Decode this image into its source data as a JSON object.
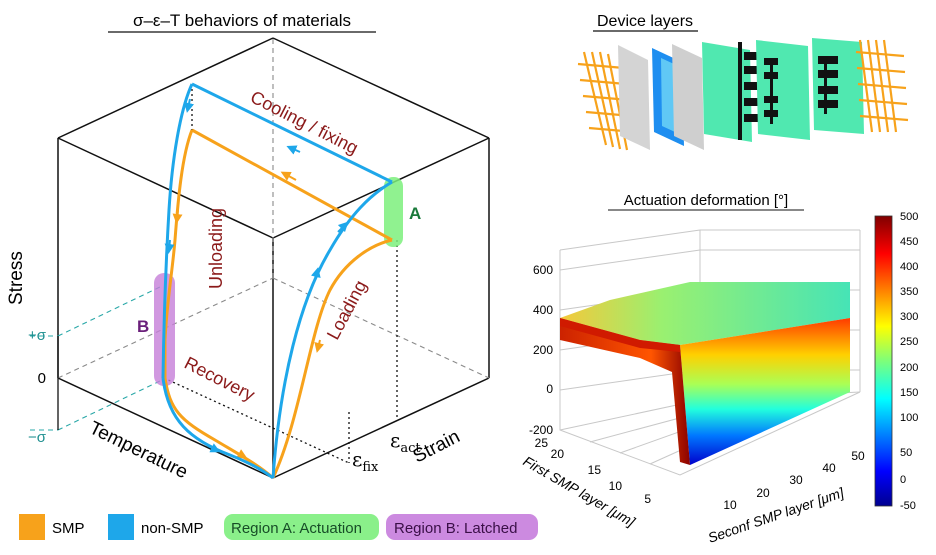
{
  "left": {
    "title": "σ–ε–T behaviors of materials",
    "axes": {
      "stress": "Stress",
      "temperature": "Temperature",
      "strain": "Strain"
    },
    "ticks": {
      "plus_sigma": "+σ",
      "zero": "0",
      "minus_sigma": "−σ"
    },
    "eps_fix": {
      "base": "ε",
      "sub": "fix"
    },
    "eps_act": {
      "base": "ε",
      "sub": "act"
    },
    "region_a_label": "A",
    "region_b_label": "B",
    "processes": {
      "cooling": "Cooling / fixing",
      "unloading": "Unloading",
      "loading": "Loading",
      "recovery": "Recovery"
    },
    "colors": {
      "smp": "#f7a21b",
      "non_smp": "#1ea7ea",
      "region_a": "#7df07d",
      "region_b": "#c57ed8",
      "label": "#8b1a1a"
    }
  },
  "legend": {
    "smp": "SMP",
    "non_smp": "non-SMP",
    "region_a": "Region A:",
    "region_a_desc": "Actuation",
    "region_b": "Region B:",
    "region_b_desc": "Latched"
  },
  "device": {
    "title": "Device layers"
  },
  "surface": {
    "title": "Actuation deformation  [°]",
    "z_ticks": [
      "600",
      "400",
      "200",
      "0",
      "-200"
    ],
    "y_ticks": [
      "25",
      "20",
      "15",
      "10",
      "5"
    ],
    "x_ticks": [
      "10",
      "20",
      "30",
      "40",
      "50"
    ],
    "y_label": "First SMP layer [μm]",
    "x_label": "Seconf SMP layer [μm]",
    "colorbar_ticks": [
      "500",
      "450",
      "400",
      "350",
      "300",
      "250",
      "200",
      "150",
      "100",
      "50",
      "0",
      "-50"
    ]
  }
}
